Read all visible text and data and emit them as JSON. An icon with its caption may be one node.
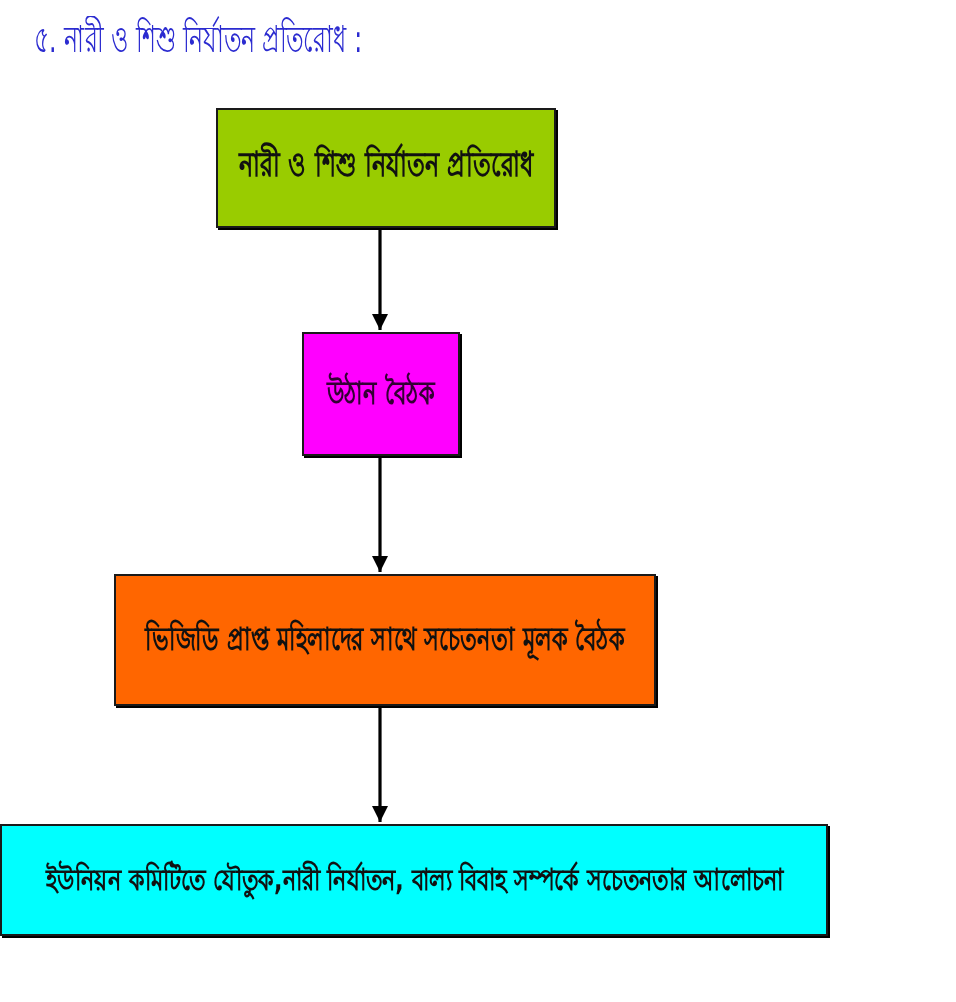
{
  "diagram": {
    "title": "৫. নারী ও শিশু নির্যাতন প্রতিরোধ :",
    "nodes": [
      {
        "text": [
          "নারী ও শিশু নির্যাতন প্রতিরোধ"
        ]
      },
      {
        "text": [
          "উঠান বৈঠক"
        ]
      },
      {
        "text": [
          "ভিজিডি প্রাপ্ত মহিলাদের সাথে সচেতনতা মূলক বৈঠক"
        ]
      },
      {
        "text": [
          "ইউনিয়ন কমিটিতে যৌতুক,নারী নির্যাতন, বাল্য বিবাহ সম্পর্কে সচেতনতার আলোচনা"
        ]
      }
    ],
    "edges": [
      {
        "from": 0,
        "to": 1,
        "arrow": "to"
      },
      {
        "from": 1,
        "to": 2,
        "arrow": "to"
      },
      {
        "from": 2,
        "to": 3,
        "arrow": "to"
      }
    ]
  }
}
